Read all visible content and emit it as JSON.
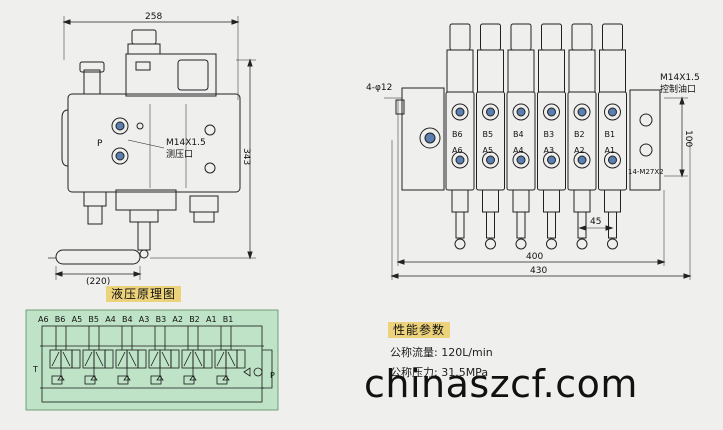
{
  "left_view": {
    "width_dim": "258",
    "height_dim": "343",
    "handle_dim": "(220)",
    "port_thread": "M14X1.5",
    "port_label": "测压口",
    "port_p": "P"
  },
  "right_view": {
    "mount_holes": "4-φ12",
    "port_thread": "M14X1.5",
    "port_label": "控制油口",
    "dim_height": "100",
    "dim_inner": "400",
    "dim_total": "430",
    "dim_pitch": "45",
    "thread_note": "14-M27X2",
    "b_ports": [
      "B6",
      "B5",
      "B4",
      "B3",
      "B2",
      "B1"
    ],
    "a_ports": [
      "A6",
      "A5",
      "A4",
      "A3",
      "A2",
      "A1"
    ]
  },
  "hydraulic": {
    "title": "液压原理图",
    "top_labels": [
      "A6",
      "B6",
      "A5",
      "B5",
      "A4",
      "B4",
      "A3",
      "B3",
      "A2",
      "B2",
      "A1",
      "B1"
    ],
    "t_label": "T",
    "p_label": "P",
    "bg_color": "#bfe3c6"
  },
  "performance": {
    "title": "性能参数",
    "flow": "公称流量: 120L/min",
    "pressure": "公称压力: 31.5MPa"
  },
  "watermark": "chinaszcf.com"
}
